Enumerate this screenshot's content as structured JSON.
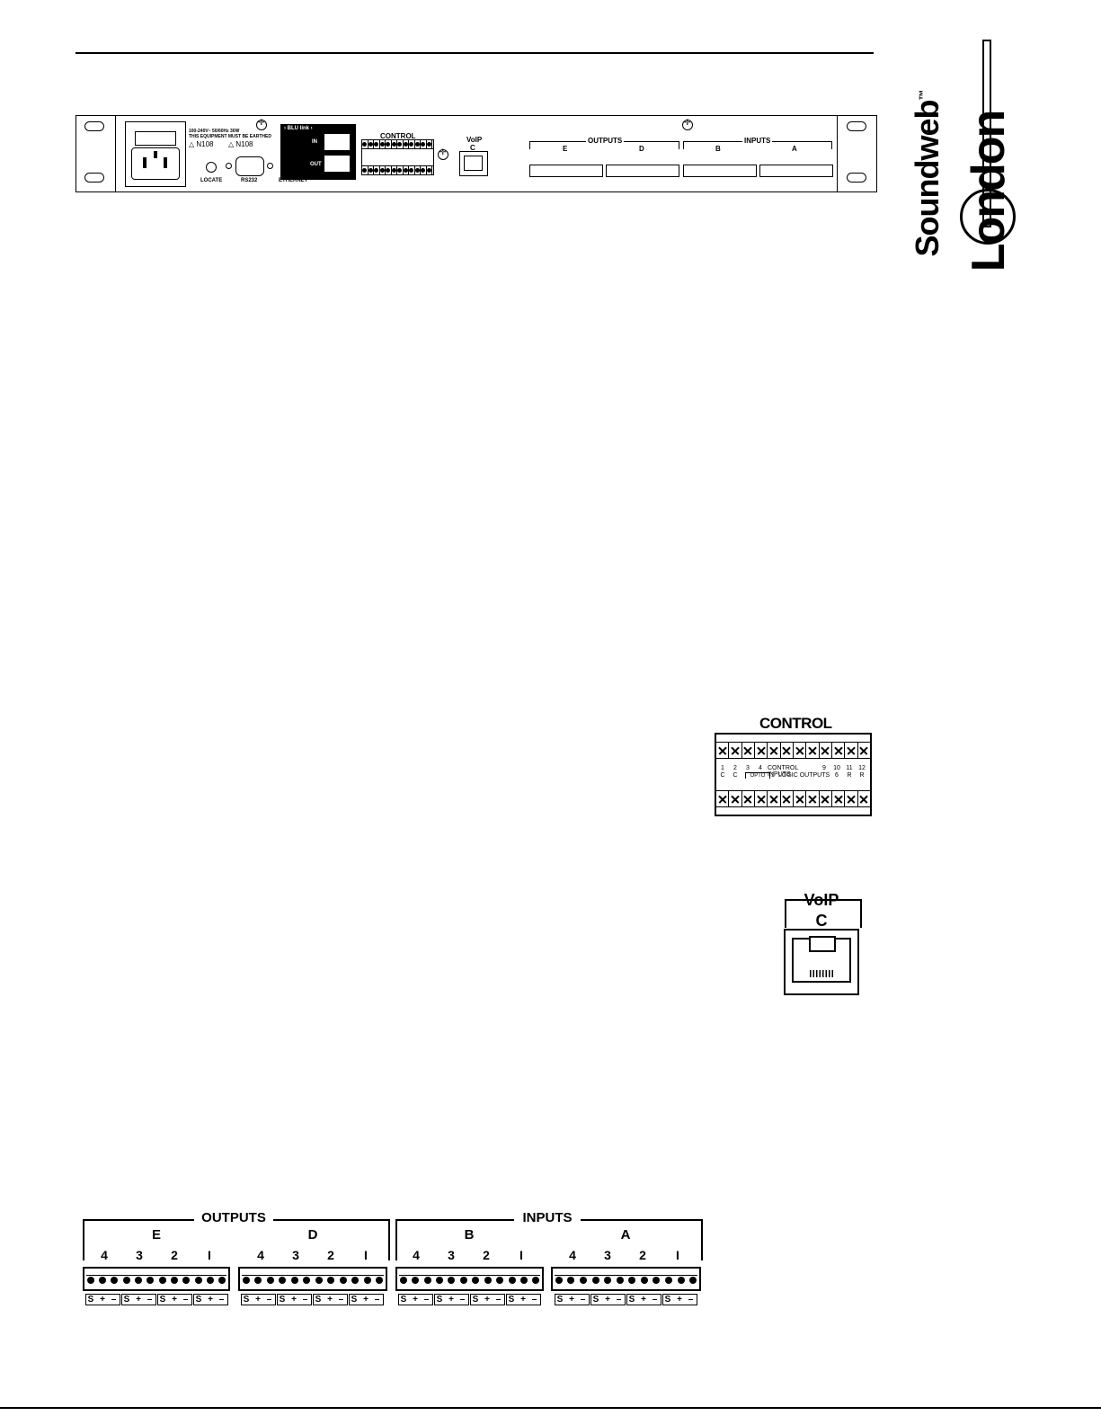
{
  "brand": {
    "product": "Soundweb",
    "trademark": "™",
    "model": "London"
  },
  "rear_panel": {
    "power_text_1": "100-240V~ 50/60Hz 30W",
    "power_text_2": "THIS EQUIPMENT MUST BE EARTHED",
    "cert_1": "N108",
    "cert_2": "N108",
    "locate_label": "LOCATE",
    "rs232_label": "RS232",
    "ethernet_label": "ETHERNET",
    "blulink_label": "BLU link",
    "blulink_in": "IN",
    "blulink_out": "OUT",
    "control_label": "CONTROL",
    "voip_label": "VoIP",
    "voip_card": "C",
    "outputs_label": "OUTPUTS",
    "inputs_label": "INPUTS",
    "card_e": "E",
    "card_d": "D",
    "card_b": "B",
    "card_a": "A"
  },
  "control_detail": {
    "title": "CONTROL",
    "numbers": [
      "1",
      "2",
      "3",
      "4",
      "9",
      "10",
      "11",
      "12"
    ],
    "letters": [
      "C",
      "C",
      "1",
      "6",
      "R",
      "R"
    ],
    "opto": "OPTO",
    "control_inputs": "CONTROL INPUTS",
    "logic_outputs": "LOGIC OUTPUTS"
  },
  "voip_detail": {
    "title": "VoIP",
    "card": "C"
  },
  "io_detail": {
    "outputs": "OUTPUTS",
    "inputs": "INPUTS",
    "cards": [
      "E",
      "D",
      "B",
      "A"
    ],
    "channels": [
      "4",
      "3",
      "2",
      "I"
    ],
    "pin_label": "S + –"
  }
}
